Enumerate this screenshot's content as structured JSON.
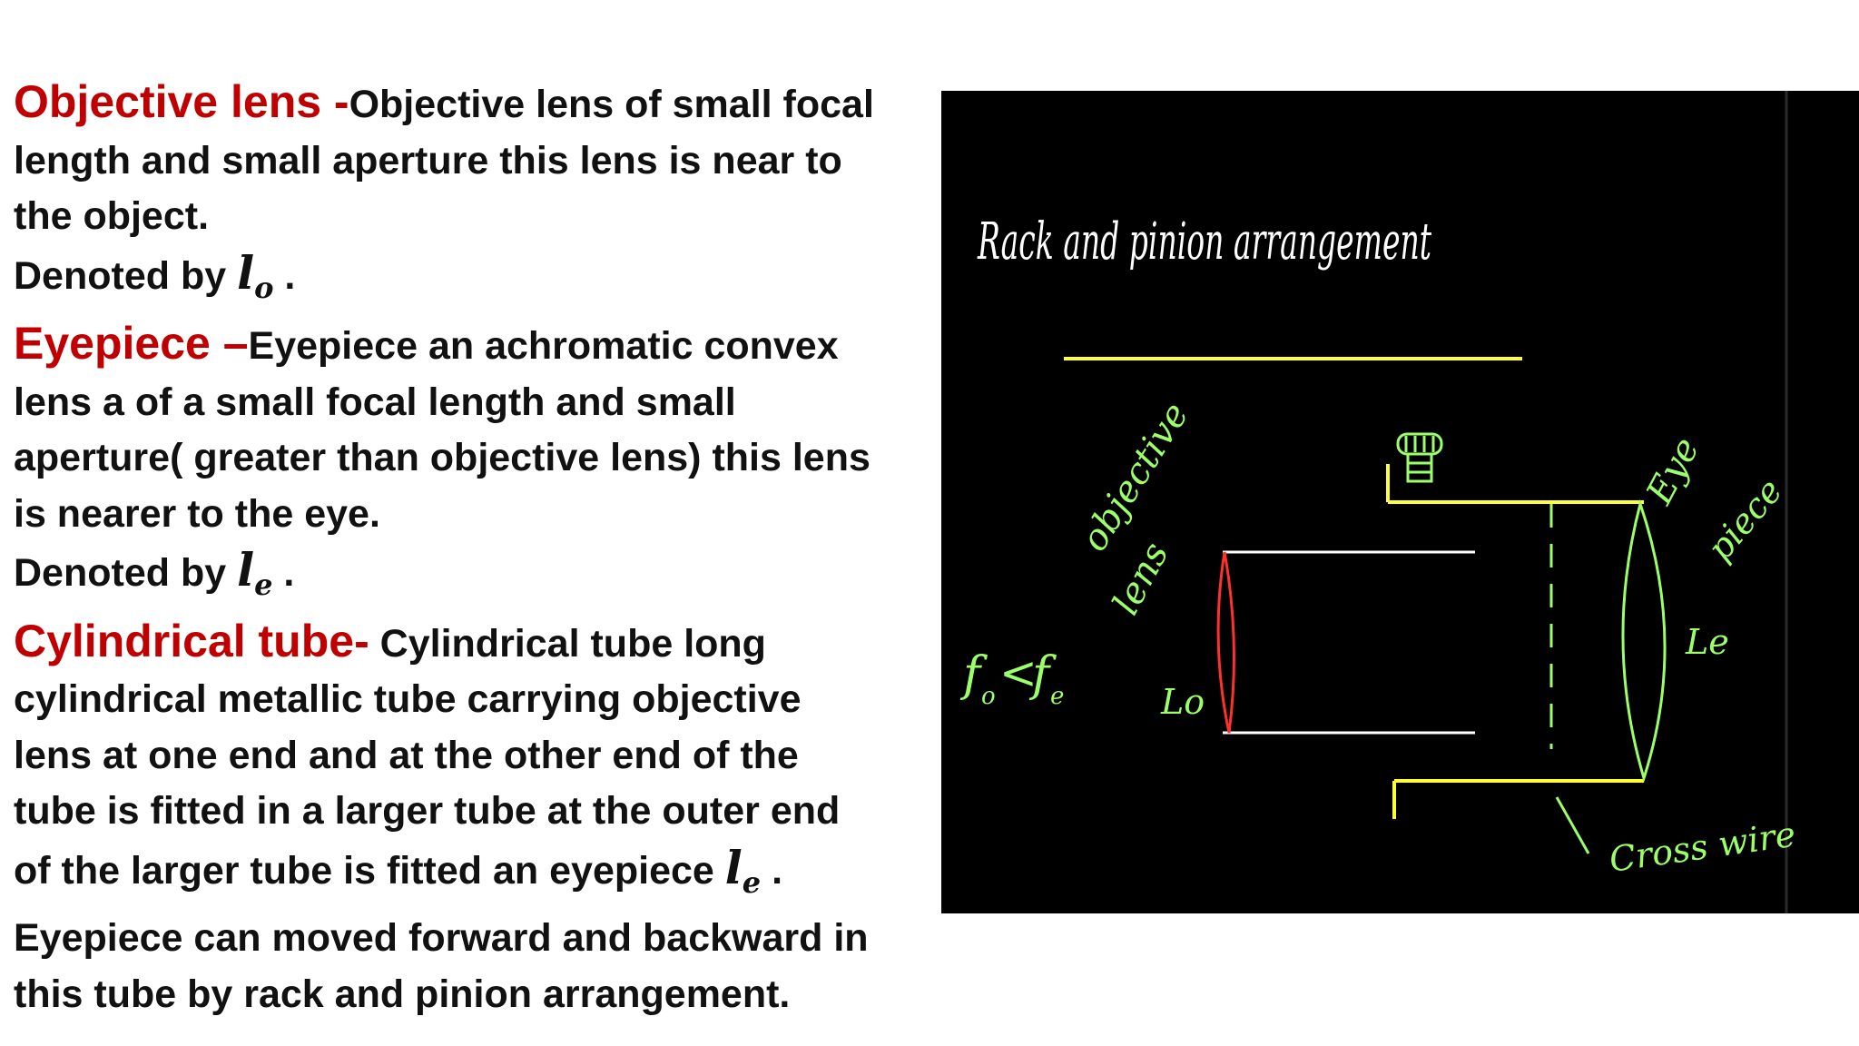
{
  "slide": {
    "objective": {
      "heading": "Objective lens -",
      "line1": "Objective lens of small focal",
      "line2": "length and small aperture this lens is near to",
      "line3": "the object.",
      "denoted_prefix": "Denoted by ",
      "symbol": "l",
      "subscript": "o",
      "suffix": " ."
    },
    "eyepiece": {
      "heading": "Eyepiece –",
      "line1": "Eyepiece an achromatic convex",
      "line2": "lens a of a small focal length and small",
      "line3": "aperture( greater than objective lens) this lens",
      "line4": "is nearer to the eye.",
      "denoted_prefix": "Denoted by ",
      "symbol": "l",
      "subscript": "e",
      "suffix": " ."
    },
    "tube": {
      "heading": "Cylindrical tube-",
      "line1": " Cylindrical tube long",
      "line2": "cylindrical metallic tube carrying objective",
      "line3": "lens at one end and at the other end of the",
      "line4": "tube is fitted in a larger tube at the outer end",
      "line5_prefix": "of the larger tube is fitted an eyepiece ",
      "symbol": "l",
      "subscript": "e",
      "suffix": " .",
      "line6": "Eyepiece can moved forward and backward in",
      "line7": "this tube by rack and pinion arrangement."
    }
  },
  "diagram": {
    "title": "Rack and pinion arrangement",
    "label_objective": "objective",
    "label_lens": "lens",
    "label_lo": "Lo",
    "label_eye": "Eye",
    "label_piece": "piece",
    "label_le": "Le",
    "label_crosswire": "Cross wire",
    "relation_f": "f",
    "relation_sub_o": "o",
    "relation_lt": "<",
    "relation_sub_e": "e",
    "colors": {
      "title": "#ffffff",
      "underline": "#ffff33",
      "tube": "#ffffff",
      "outer_tube": "#ffff33",
      "objective_lens": "#ff3030",
      "eyepiece_lens": "#9cff6a",
      "labels": "#9cff6a"
    }
  }
}
